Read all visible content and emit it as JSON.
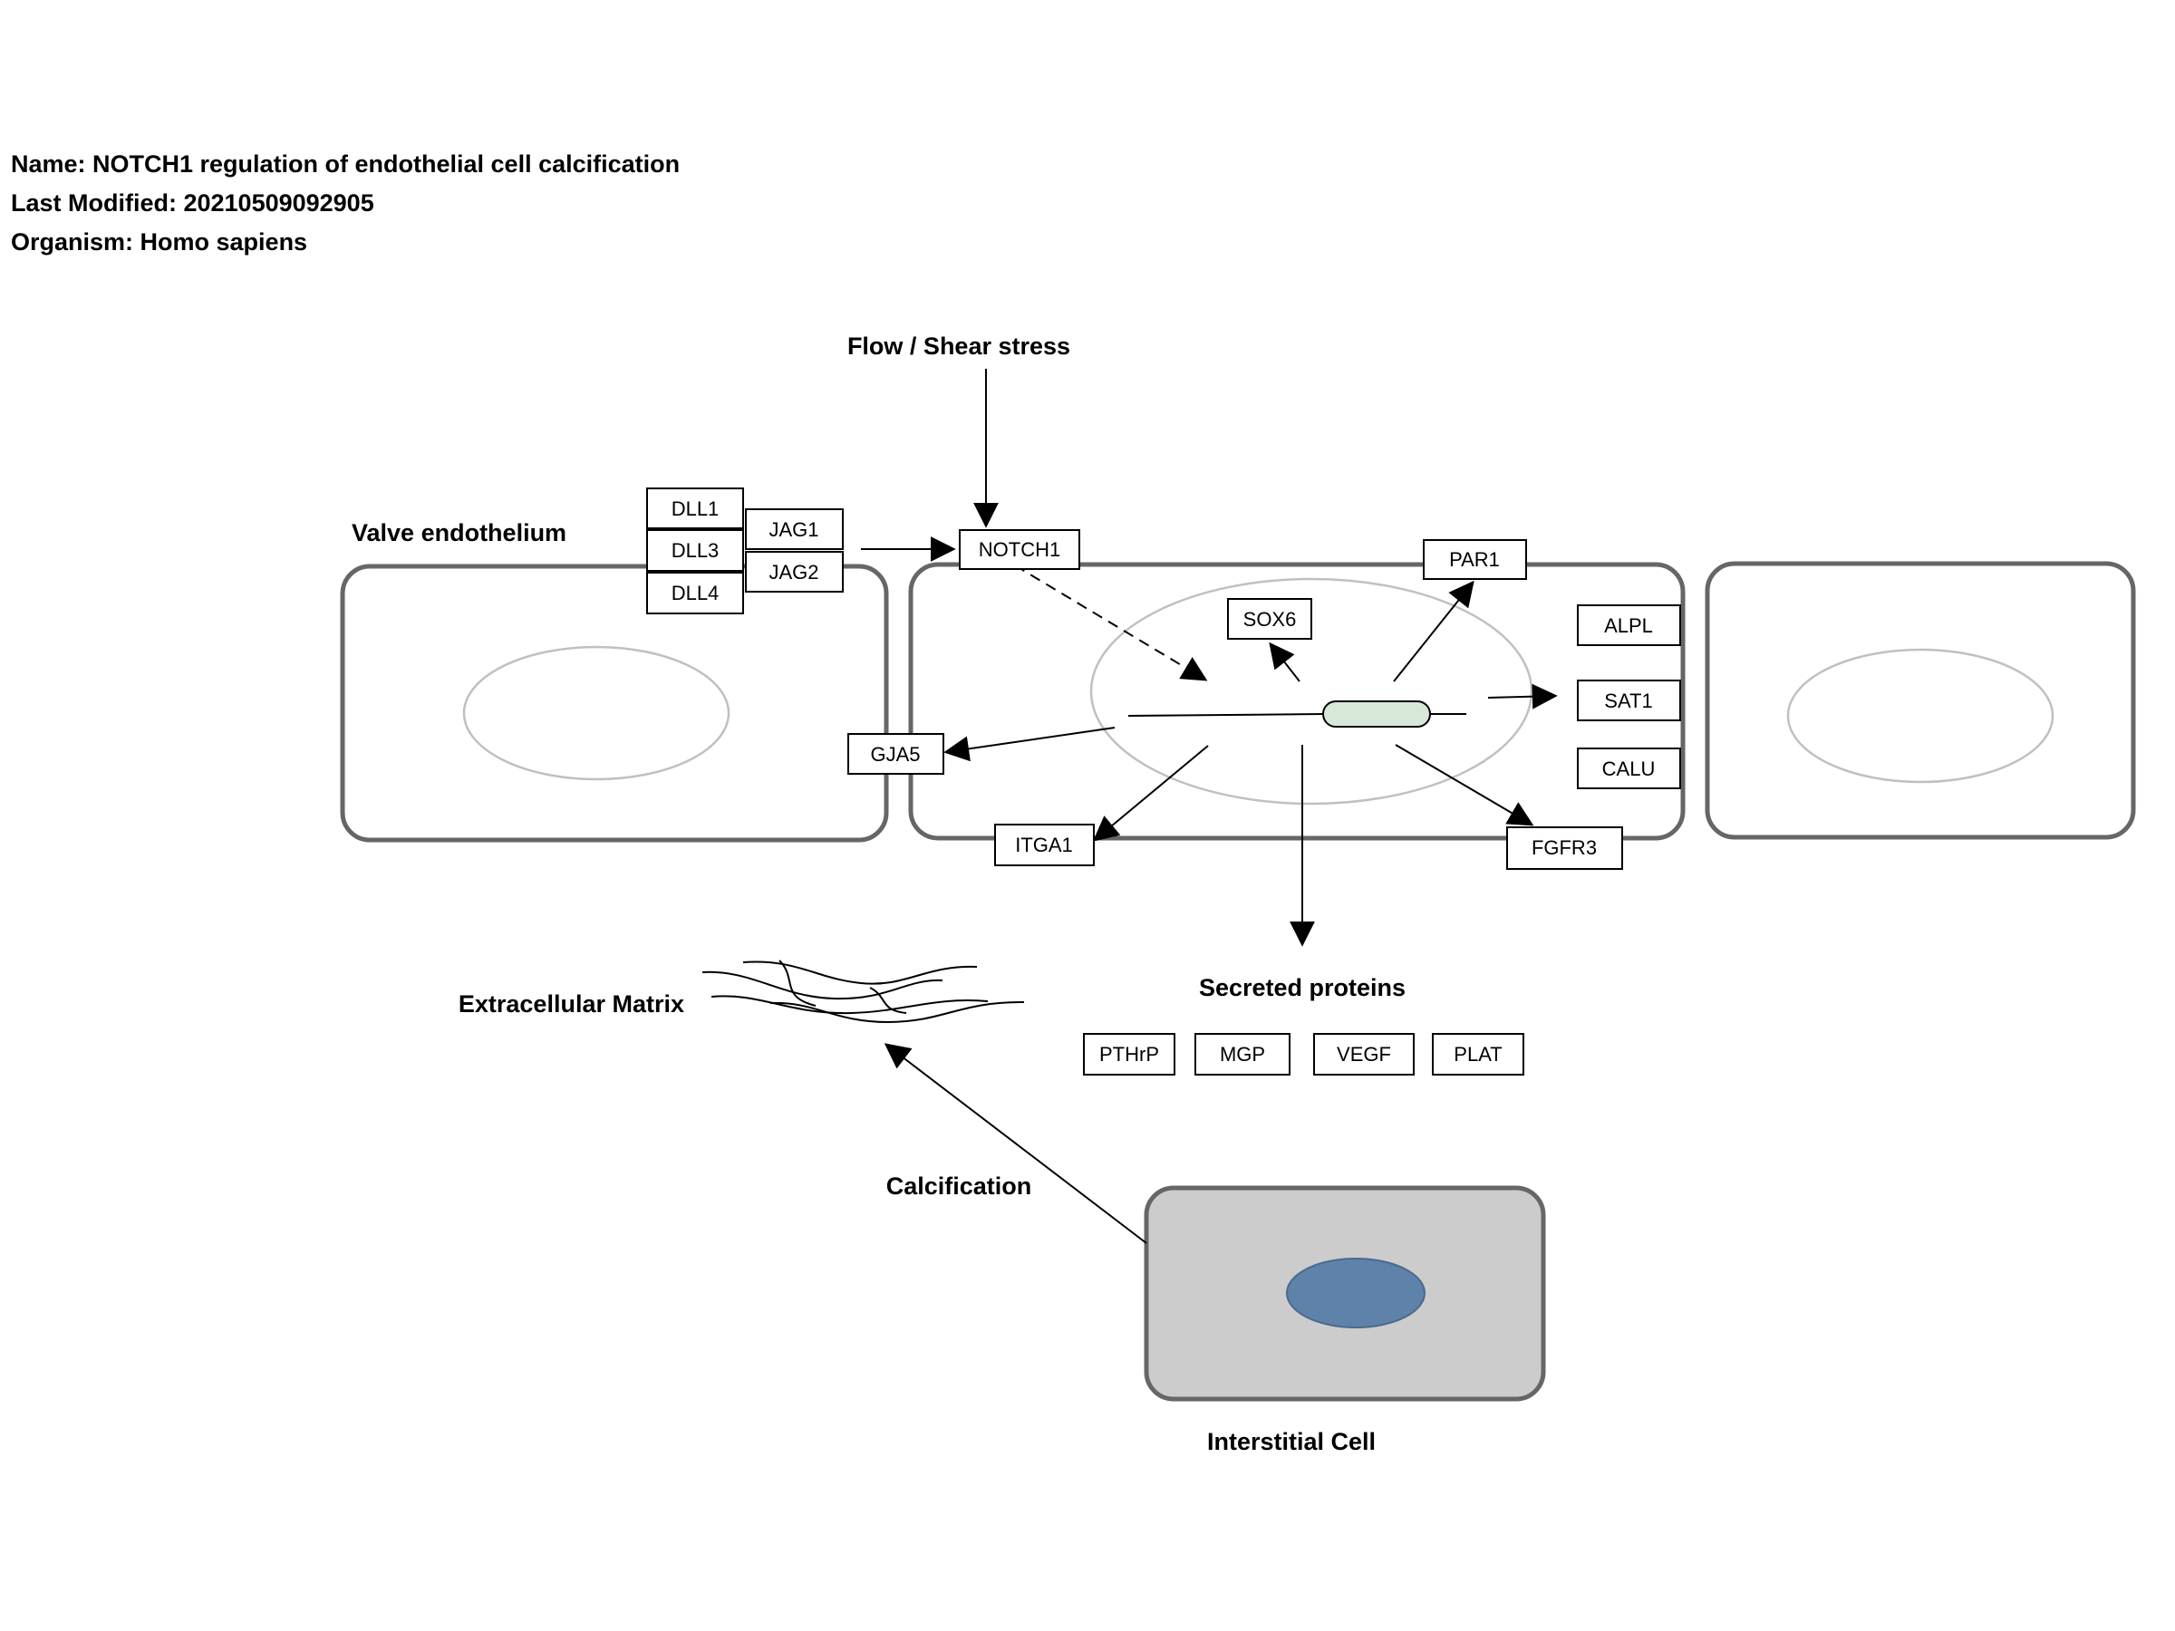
{
  "header": {
    "name": "Name: NOTCH1 regulation of endothelial cell calcification",
    "last_modified": "Last Modified: 20210509092905",
    "organism": "Organism: Homo sapiens"
  },
  "labels": {
    "flow": "Flow / Shear stress",
    "valve_endothelium": "Valve endothelium",
    "extracellular_matrix": "Extracellular Matrix",
    "secreted_proteins": "Secreted proteins",
    "calcification": "Calcification",
    "interstitial_cell": "Interstitial Cell"
  },
  "genes": {
    "dll1": "DLL1",
    "dll3": "DLL3",
    "dll4": "DLL4",
    "jag1": "JAG1",
    "jag2": "JAG2",
    "notch1": "NOTCH1",
    "par1": "PAR1",
    "sox6": "SOX6",
    "alpl": "ALPL",
    "sat1": "SAT1",
    "calu": "CALU",
    "gja5": "GJA5",
    "itga1": "ITGA1",
    "fgfr3": "FGFR3",
    "pthrp": "PTHrP",
    "mgp": "MGP",
    "vegf": "VEGF",
    "plat": "PLAT"
  },
  "colors": {
    "cell_border": "#666666",
    "nucleus_outline": "#c0c0c0",
    "transcript_fill": "#d8e8d8",
    "interstitial_fill": "#cccccc",
    "interstitial_nucleus": "#5e82aa"
  }
}
